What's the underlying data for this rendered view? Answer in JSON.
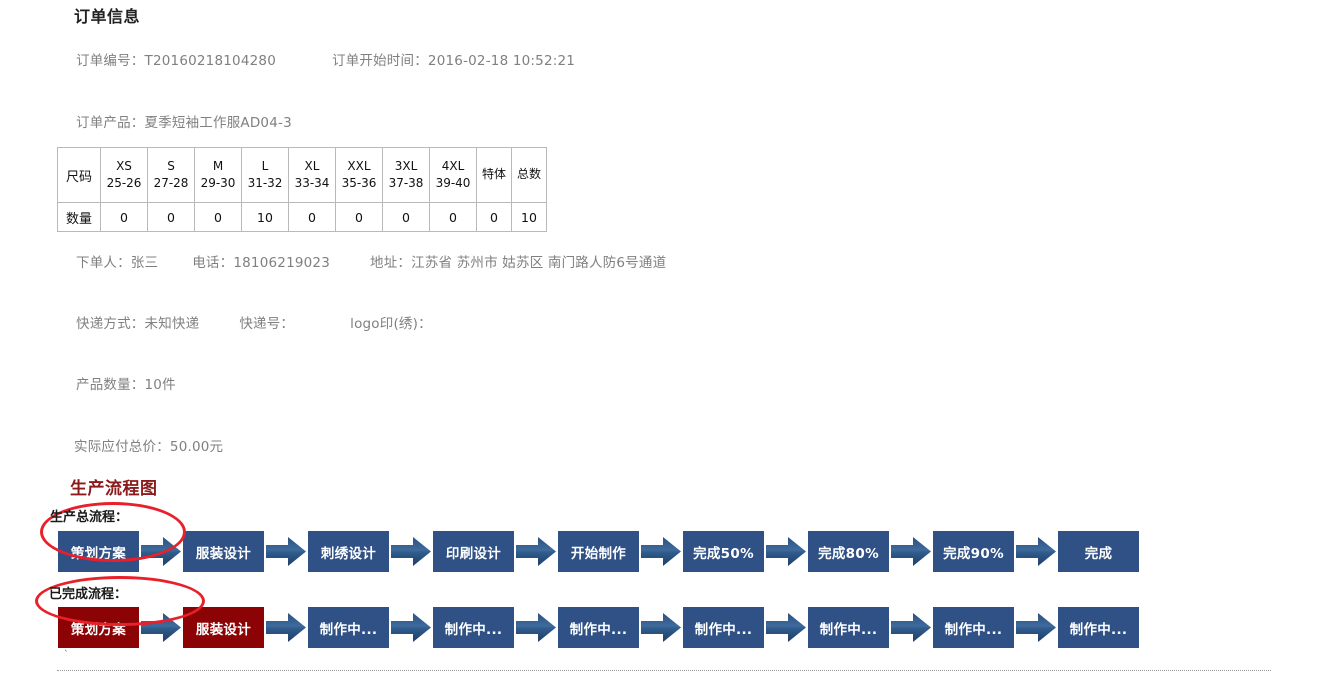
{
  "order_info": {
    "title": "订单信息",
    "order_no_label": "订单编号：",
    "order_no_value": "T20160218104280",
    "start_time_label": "订单开始时间：",
    "start_time_value": "2016-02-18 10:52:21",
    "product_label": "订单产品：",
    "product_value": "夏季短袖工作服AD04-3",
    "orderer_label": "下单人：",
    "orderer_value": "张三",
    "phone_label": "电话：",
    "phone_value": "18106219023",
    "address_label": "地址：",
    "address_value": "江苏省 苏州市 姑苏区 南门路人防6号通道",
    "express_method_label": "快递方式：",
    "express_method_value": "未知快递",
    "express_no_label": "快递号：",
    "express_no_value": "",
    "logo_label": "logo印(绣)：",
    "logo_value": "",
    "qty_label": "产品数量：",
    "qty_value": "10件",
    "price_label": "实际应付总价：",
    "price_value": "50.00元"
  },
  "size_table": {
    "row_label_size": "尺码",
    "row_label_qty": "数量",
    "sizes": [
      {
        "name": "XS",
        "range": "25-26",
        "qty": "0"
      },
      {
        "name": "S",
        "range": "27-28",
        "qty": "0"
      },
      {
        "name": "M",
        "range": "29-30",
        "qty": "0"
      },
      {
        "name": "L",
        "range": "31-32",
        "qty": "10"
      },
      {
        "name": "XL",
        "range": "33-34",
        "qty": "0"
      },
      {
        "name": "XXL",
        "range": "35-36",
        "qty": "0"
      },
      {
        "name": "3XL",
        "range": "37-38",
        "qty": "0"
      },
      {
        "name": "4XL",
        "range": "39-40",
        "qty": "0"
      }
    ],
    "special_label": "特体",
    "special_qty": "0",
    "total_label": "总数",
    "total_qty": "10"
  },
  "flow": {
    "title": "生产流程图",
    "title_color": "#8b1a1a",
    "box_blue": "#2f5185",
    "box_red": "#8c0306",
    "annotation_color": "#e8202a",
    "total_label": "生产总流程：",
    "done_label": "已完成流程：",
    "total_steps": [
      {
        "label": "策划方案",
        "state": "pending"
      },
      {
        "label": "服装设计",
        "state": "pending"
      },
      {
        "label": "刺绣设计",
        "state": "pending"
      },
      {
        "label": "印刷设计",
        "state": "pending"
      },
      {
        "label": "开始制作",
        "state": "pending"
      },
      {
        "label": "完成50%",
        "state": "pending"
      },
      {
        "label": "完成80%",
        "state": "pending"
      },
      {
        "label": "完成90%",
        "state": "pending"
      },
      {
        "label": "完成",
        "state": "pending"
      }
    ],
    "done_steps": [
      {
        "label": "策划方案",
        "state": "done"
      },
      {
        "label": "服装设计",
        "state": "done"
      },
      {
        "label": "制作中...",
        "state": "pending"
      },
      {
        "label": "制作中...",
        "state": "pending"
      },
      {
        "label": "制作中...",
        "state": "pending"
      },
      {
        "label": "制作中...",
        "state": "pending"
      },
      {
        "label": "制作中...",
        "state": "pending"
      },
      {
        "label": "制作中...",
        "state": "pending"
      },
      {
        "label": "制作中...",
        "state": "pending"
      }
    ]
  },
  "misc": {
    "stray_mark": "`"
  }
}
